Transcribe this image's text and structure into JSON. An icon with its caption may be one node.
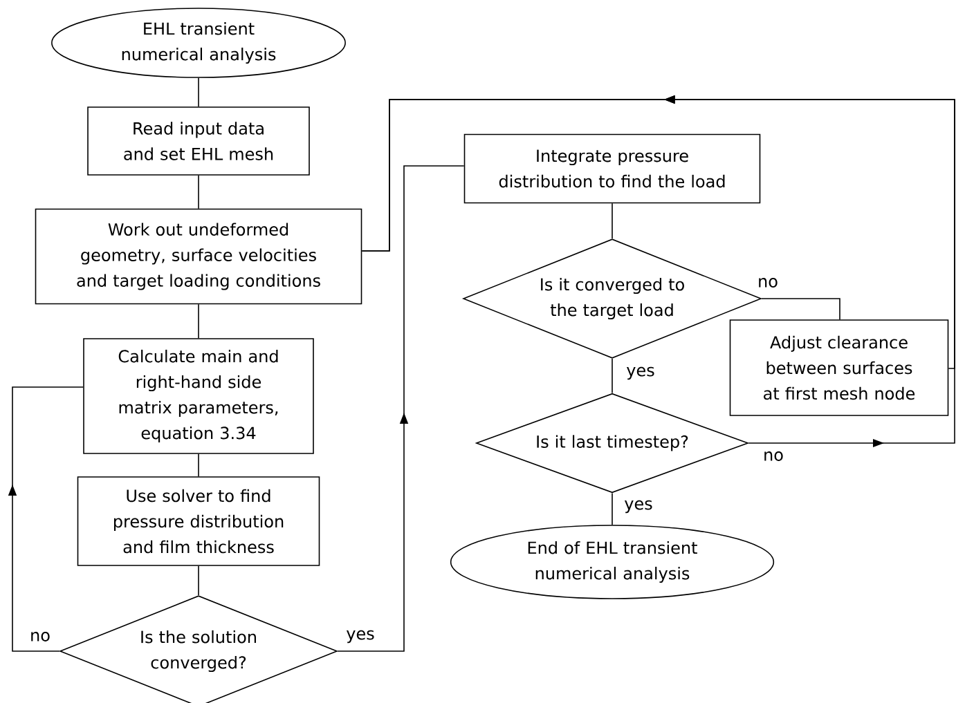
{
  "diagram": {
    "nodes": [
      {
        "text": [
          "EHL transient numerical analysis"
        ]
      },
      {
        "text": [
          "Read input data and set EHL mesh"
        ]
      },
      {
        "text": [
          "Work out undeformed geometry, surface velocities and target loading conditions"
        ]
      },
      {
        "text": [
          "Calculate main and right-hand side matrix parameters, equation 3.34"
        ]
      },
      {
        "text": [
          "Use solver to find pressure distribution and film thickness"
        ]
      },
      {
        "text": [
          "Is the solution converged?"
        ]
      },
      {
        "text": [
          "Integrate pressure distribution to find the load"
        ]
      },
      {
        "text": [
          "Is it converged to the target load"
        ]
      },
      {
        "text": [
          "Adjust clearance between surfaces at first mesh node"
        ]
      },
      {
        "text": [
          "Is it last timestep?"
        ]
      },
      {
        "text": [
          "End of EHL transient numerical analysis"
        ]
      }
    ],
    "edges": [
      {
        "from": 0,
        "to": 1,
        "arrow": "none"
      },
      {
        "from": 1,
        "to": 2,
        "arrow": "none"
      },
      {
        "from": 2,
        "to": 3,
        "arrow": "none"
      },
      {
        "from": 3,
        "to": 4,
        "arrow": "none"
      },
      {
        "from": 4,
        "to": 5,
        "arrow": "none"
      },
      {
        "from": 5,
        "to": 3,
        "arrow": "to",
        "label": "no"
      },
      {
        "from": 5,
        "to": 6,
        "arrow": "to",
        "label": "yes"
      },
      {
        "from": 6,
        "to": 7,
        "arrow": "none"
      },
      {
        "from": 7,
        "to": 8,
        "arrow": "none",
        "label": "no"
      },
      {
        "from": 7,
        "to": 9,
        "arrow": "none",
        "label": "yes"
      },
      {
        "from": 9,
        "to": 10,
        "arrow": "none",
        "label": "yes"
      },
      {
        "from": 8,
        "to": 2,
        "arrow": "to"
      },
      {
        "from": 9,
        "to": 2,
        "arrow": "to",
        "label": "no"
      }
    ]
  }
}
